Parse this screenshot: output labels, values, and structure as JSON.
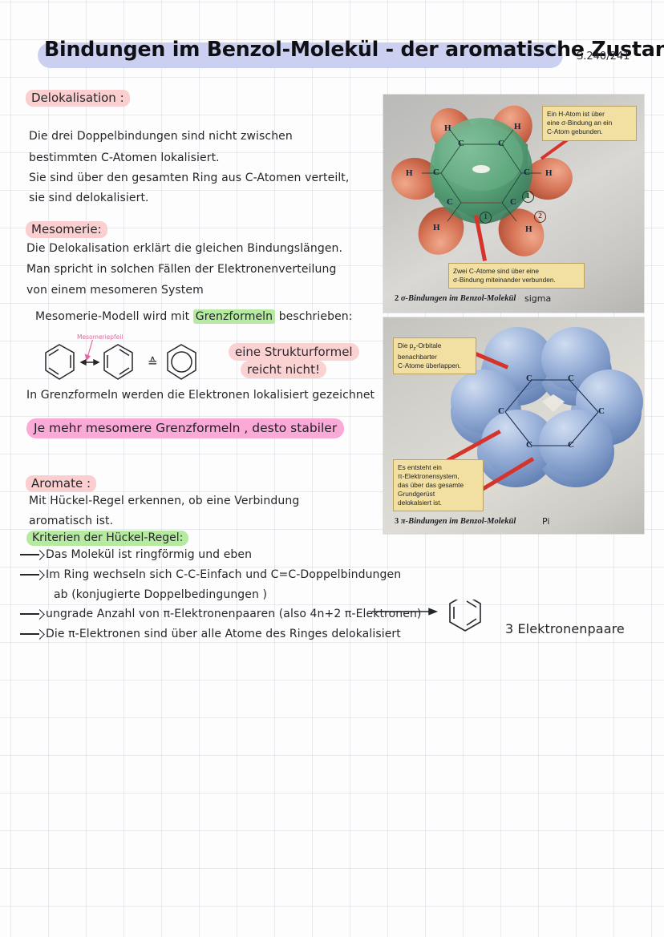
{
  "document": {
    "title": "Bindungen im Benzol-Molekül - der aromatische Zustand",
    "page_reference": "S.240/241",
    "title_highlight_color": "#c9cdef"
  },
  "sections": {
    "delokalisation": {
      "heading": "Delokalisation :",
      "heading_highlight": "#fbcfcf",
      "lines": [
        "Die drei Doppelbindungen sind nicht zwischen",
        "bestimmten C-Atomen lokalisiert.",
        "Sie sind über den gesamten Ring aus C-Atomen verteilt,",
        "sie sind delokalisiert."
      ]
    },
    "mesomerie": {
      "heading": "Mesomerie:",
      "heading_highlight": "#fbcfcf",
      "lines": [
        "Die Delokalisation erklärt die gleichen Bindungslängen.",
        "Man spricht in solchen Fällen der Elektronenverteilung",
        "von einem mesomeren System"
      ],
      "model_line_prefix": "Mesomerie-Modell wird mit",
      "model_line_highlight_word": "Grenzformeln",
      "model_line_suffix": "beschrieben:",
      "model_highlight_color": "#b6eaa0",
      "arrow_label": "Mesomeriepfeil",
      "equivalence_symbol": "≙",
      "side_note_line1": "eine Strukturformel",
      "side_note_line2": "reicht nicht!",
      "side_note_color": "#fbd2d2",
      "localized_line": "In Grenzformeln werden die Elektronen lokalisiert  gezeichnet",
      "stability_rule": "Je mehr mesomere Grenzformeln , desto stabiler",
      "stability_rule_color": "#fba9d6"
    },
    "aromate": {
      "heading": "Aromate :",
      "heading_highlight": "#fbcfcf",
      "lines": [
        "Mit Hückel-Regel erkennen, ob eine Verbindung",
        "aromatisch ist."
      ],
      "criteria_heading": "Kriterien der Hückel-Regel:",
      "criteria_heading_highlight": "#b6eaa0",
      "criteria": [
        {
          "text": "Das Molekül ist ringförmig  und eben",
          "continuation": ""
        },
        {
          "text": "Im Ring wechseln sich C-C-Einfach und  C=C-Doppelbindungen",
          "continuation": "ab (konjugierte Doppelbedingungen )"
        },
        {
          "text": "ungrade Anzahl von π-Elektronenpaaren (also 4n+2   π-Elektronen)",
          "continuation": ""
        },
        {
          "text": "Die π-Elektronen sind über alle Atome des Ringes  delokalisiert",
          "continuation": ""
        }
      ],
      "result_label": "3 Elektronenpaare"
    }
  },
  "photos": [
    {
      "id": "sigma-bindungen",
      "caption_number": "2",
      "caption": "σ-Bindungen im Benzol-Molekül",
      "hand_annotation": "sigma",
      "callouts": [
        {
          "id": "h-atom-callout",
          "lines": [
            "Ein H-Atom ist über",
            "eine σ-Bindung an ein",
            "C-Atom gebunden."
          ]
        },
        {
          "id": "c-atom-callout",
          "lines": [
            "Zwei C-Atome sind über eine",
            "σ-Bindung miteinander verbunden."
          ]
        }
      ],
      "atom_labels": [
        "H",
        "H",
        "H",
        "H",
        "H",
        "H",
        "C",
        "C",
        "C",
        "C",
        "C",
        "C"
      ],
      "numbered_markers": [
        "1",
        "1",
        "2"
      ],
      "colors": {
        "carbon": "#4f9a72",
        "hydrogen": "#d9785a"
      }
    },
    {
      "id": "pi-bindungen",
      "caption_number": "3",
      "caption": "π-Bindungen im Benzol-Molekül",
      "hand_annotation": "Pi",
      "callouts": [
        {
          "id": "pz-orbital-callout",
          "lines": [
            "Die p",
            "-Orbitale",
            "benachbarter",
            "C-Atome überlappen."
          ],
          "subscript": "z"
        },
        {
          "id": "pi-system-callout",
          "lines": [
            "Es entsteht ein",
            "π-Elektronensystem,",
            "das über das gesamte",
            "Grundgerüst",
            "delokalsiert ist."
          ]
        }
      ],
      "atom_labels": [
        "C",
        "C",
        "C",
        "C",
        "C",
        "C"
      ],
      "colors": {
        "orbital": "#8fa8d4"
      }
    }
  ]
}
